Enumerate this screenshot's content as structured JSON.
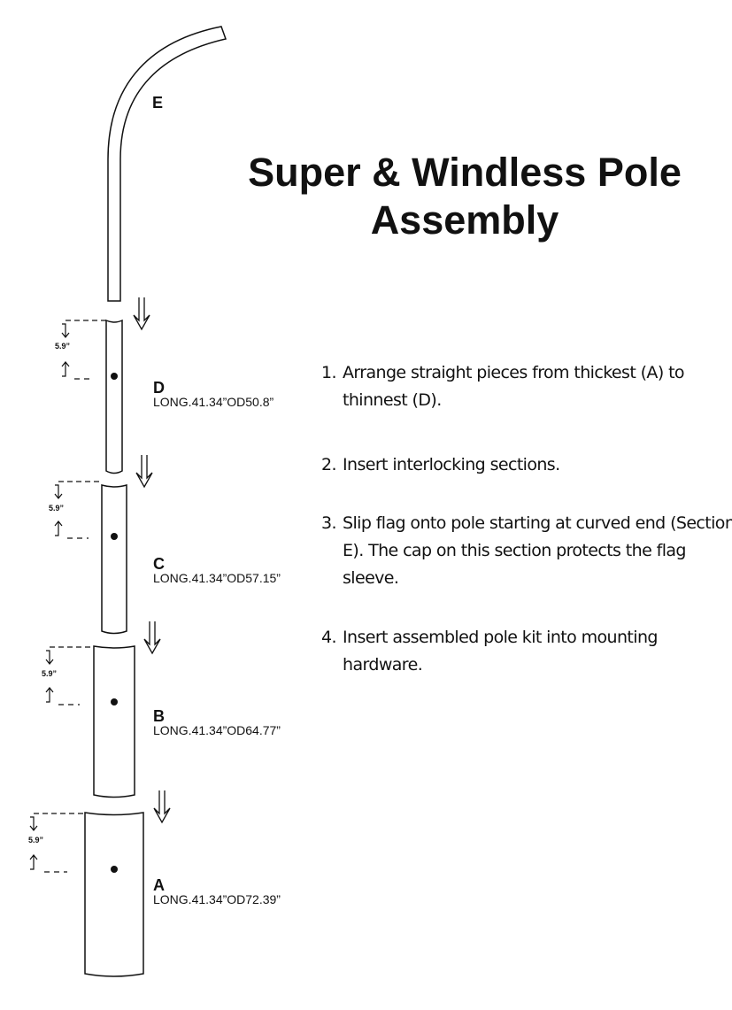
{
  "title": {
    "line1": "Super & Windless Pole",
    "line2": "Assembly"
  },
  "steps": [
    {
      "num": "1.",
      "text": "Arrange straight pieces from thickest (A) to thinnest (D)."
    },
    {
      "num": "2.",
      "text": "Insert interlocking sections."
    },
    {
      "num": "3.",
      "text": "Slip flag onto pole starting at curved end (Section E). The cap on this section protects the flag sleeve."
    },
    {
      "num": "4.",
      "text": "Insert assembled pole kit into mounting hardware."
    }
  ],
  "sections": [
    {
      "letter": "E"
    },
    {
      "letter": "D",
      "spec": "LONG.41.34”OD50.8”"
    },
    {
      "letter": "C",
      "spec": "LONG.41.34”OD57.15”"
    },
    {
      "letter": "B",
      "spec": "LONG.41.34”OD64.77”"
    },
    {
      "letter": "A",
      "spec": "LONG.41.34”OD72.39”"
    }
  ],
  "overlap": "5.9”"
}
